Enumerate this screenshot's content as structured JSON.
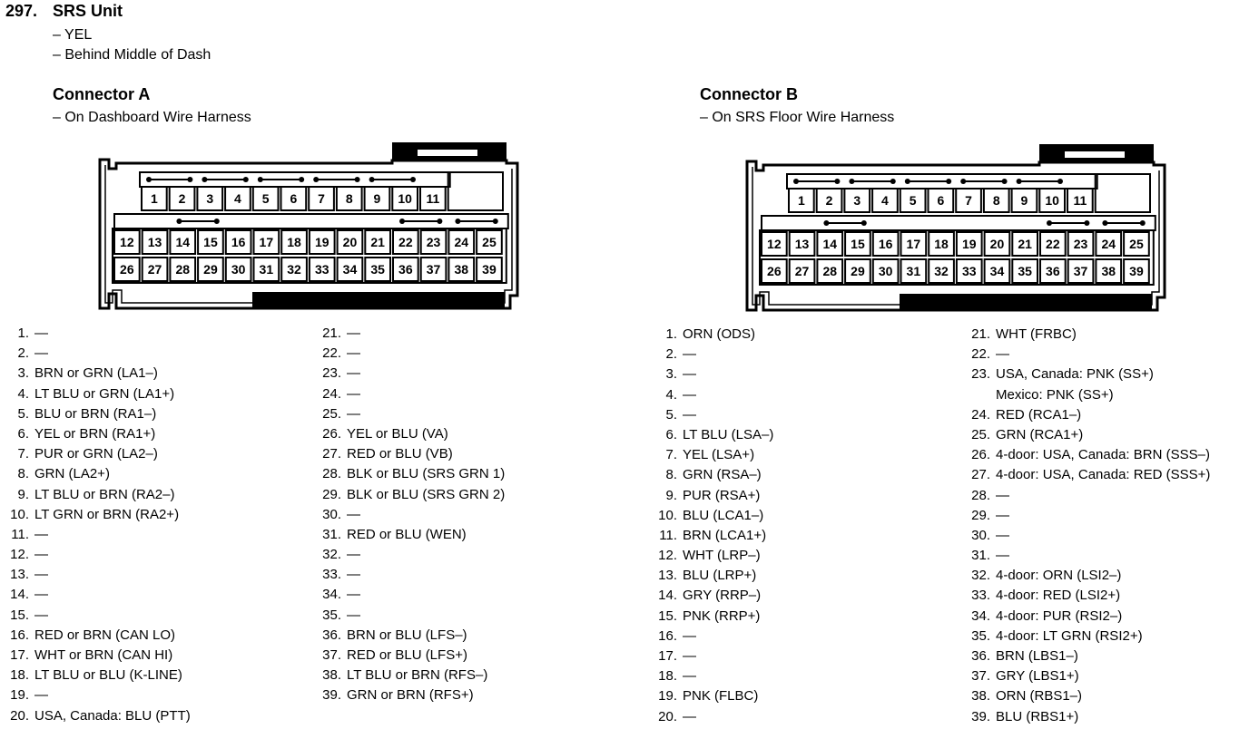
{
  "header": {
    "number": "297.",
    "title": "SRS Unit",
    "color": "– YEL",
    "location": "– Behind Middle of Dash"
  },
  "connector_a": {
    "title": "Connector A",
    "location": "– On Dashboard Wire Harness",
    "pins": [
      {
        "n": "1.",
        "d": "—"
      },
      {
        "n": "2.",
        "d": "—"
      },
      {
        "n": "3.",
        "d": "BRN or GRN (LA1–)"
      },
      {
        "n": "4.",
        "d": "LT BLU or GRN (LA1+)"
      },
      {
        "n": "5.",
        "d": "BLU or BRN (RA1–)"
      },
      {
        "n": "6.",
        "d": "YEL or BRN (RA1+)"
      },
      {
        "n": "7.",
        "d": "PUR or GRN (LA2–)"
      },
      {
        "n": "8.",
        "d": "GRN (LA2+)"
      },
      {
        "n": "9.",
        "d": "LT BLU or BRN (RA2–)"
      },
      {
        "n": "10.",
        "d": "LT GRN or BRN (RA2+)"
      },
      {
        "n": "11.",
        "d": "—"
      },
      {
        "n": "12.",
        "d": "—"
      },
      {
        "n": "13.",
        "d": "—"
      },
      {
        "n": "14.",
        "d": "—"
      },
      {
        "n": "15.",
        "d": "—"
      },
      {
        "n": "16.",
        "d": "RED or BRN (CAN LO)"
      },
      {
        "n": "17.",
        "d": "WHT or BRN (CAN HI)"
      },
      {
        "n": "18.",
        "d": "LT BLU or BLU (K-LINE)"
      },
      {
        "n": "19.",
        "d": "—"
      },
      {
        "n": "20.",
        "d": "USA, Canada: BLU (PTT)"
      },
      {
        "n": "21.",
        "d": "—"
      },
      {
        "n": "22.",
        "d": "—"
      },
      {
        "n": "23.",
        "d": "—"
      },
      {
        "n": "24.",
        "d": "—"
      },
      {
        "n": "25.",
        "d": "—"
      },
      {
        "n": "26.",
        "d": "YEL or BLU (VA)"
      },
      {
        "n": "27.",
        "d": "RED or BLU (VB)"
      },
      {
        "n": "28.",
        "d": "BLK or BLU (SRS GRN 1)"
      },
      {
        "n": "29.",
        "d": "BLK or BLU (SRS GRN 2)"
      },
      {
        "n": "30.",
        "d": "—"
      },
      {
        "n": "31.",
        "d": "RED or BLU (WEN)"
      },
      {
        "n": "32.",
        "d": "—"
      },
      {
        "n": "33.",
        "d": "—"
      },
      {
        "n": "34.",
        "d": "—"
      },
      {
        "n": "35.",
        "d": "—"
      },
      {
        "n": "36.",
        "d": "BRN or BLU (LFS–)"
      },
      {
        "n": "37.",
        "d": "RED or BLU (LFS+)"
      },
      {
        "n": "38.",
        "d": "LT BLU or BRN (RFS–)"
      },
      {
        "n": "39.",
        "d": "GRN or BRN (RFS+)"
      }
    ]
  },
  "connector_b": {
    "title": "Connector B",
    "location": "– On SRS Floor Wire Harness",
    "pins": [
      {
        "n": "1.",
        "d": "ORN (ODS)"
      },
      {
        "n": "2.",
        "d": "—"
      },
      {
        "n": "3.",
        "d": "—"
      },
      {
        "n": "4.",
        "d": "—"
      },
      {
        "n": "5.",
        "d": "—"
      },
      {
        "n": "6.",
        "d": "LT BLU (LSA–)"
      },
      {
        "n": "7.",
        "d": "YEL (LSA+)"
      },
      {
        "n": "8.",
        "d": "GRN (RSA–)"
      },
      {
        "n": "9.",
        "d": "PUR (RSA+)"
      },
      {
        "n": "10.",
        "d": "BLU (LCA1–)"
      },
      {
        "n": "11.",
        "d": "BRN (LCA1+)"
      },
      {
        "n": "12.",
        "d": "WHT (LRP–)"
      },
      {
        "n": "13.",
        "d": "BLU (LRP+)"
      },
      {
        "n": "14.",
        "d": "GRY (RRP–)"
      },
      {
        "n": "15.",
        "d": "PNK (RRP+)"
      },
      {
        "n": "16.",
        "d": "—"
      },
      {
        "n": "17.",
        "d": "—"
      },
      {
        "n": "18.",
        "d": "—"
      },
      {
        "n": "19.",
        "d": "PNK (FLBC)"
      },
      {
        "n": "20.",
        "d": "—"
      },
      {
        "n": "21.",
        "d": "WHT (FRBC)"
      },
      {
        "n": "22.",
        "d": "—"
      },
      {
        "n": "23.",
        "d": "USA, Canada: PNK (SS+)",
        "d2": "Mexico: PNK (SS+)"
      },
      {
        "n": "24.",
        "d": "RED (RCA1–)"
      },
      {
        "n": "25.",
        "d": "GRN (RCA1+)"
      },
      {
        "n": "26.",
        "d": "4-door: USA, Canada: BRN (SSS–)"
      },
      {
        "n": "27.",
        "d": "4-door: USA, Canada: RED (SSS+)"
      },
      {
        "n": "28.",
        "d": "—"
      },
      {
        "n": "29.",
        "d": "—"
      },
      {
        "n": "30.",
        "d": "—"
      },
      {
        "n": "31.",
        "d": "—"
      },
      {
        "n": "32.",
        "d": "4-door: ORN (LSI2–)"
      },
      {
        "n": "33.",
        "d": "4-door: RED (LSI2+)"
      },
      {
        "n": "34.",
        "d": "4-door: PUR (RSI2–)"
      },
      {
        "n": "35.",
        "d": "4-door: LT GRN (RSI2+)"
      },
      {
        "n": "36.",
        "d": "BRN (LBS1–)"
      },
      {
        "n": "37.",
        "d": "GRY (LBS1+)"
      },
      {
        "n": "38.",
        "d": "ORN (RBS1–)"
      },
      {
        "n": "39.",
        "d": "BLU (RBS1+)"
      }
    ]
  },
  "cavity_rows": [
    [
      "1",
      "2",
      "3",
      "4",
      "5",
      "6",
      "7",
      "8",
      "9",
      "10",
      "11"
    ],
    [
      "12",
      "13",
      "14",
      "15",
      "16",
      "17",
      "18",
      "19",
      "20",
      "21",
      "22",
      "23",
      "24",
      "25"
    ],
    [
      "26",
      "27",
      "28",
      "29",
      "30",
      "31",
      "32",
      "33",
      "34",
      "35",
      "36",
      "37",
      "38",
      "39"
    ]
  ]
}
